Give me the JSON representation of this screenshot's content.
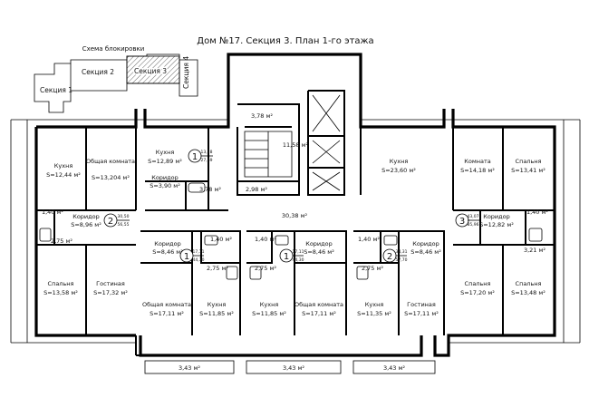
{
  "title": "Дом №17. Секция 3. План 1-го этажа",
  "block_scheme": {
    "caption": "Схема блокировки",
    "sections": [
      "Секция 1",
      "Секция 2",
      "Секция 3",
      "Секция 4"
    ]
  },
  "rooms": [
    {
      "id": "r-kitchen-a",
      "name": "Кухня",
      "area": "S=12,44 м²"
    },
    {
      "id": "r-common-a",
      "name": "Общая комната",
      "area": "S=13,204 м²"
    },
    {
      "id": "r-kitchen-b",
      "name": "Кухня",
      "area": "S=12,89 м²"
    },
    {
      "id": "r-corr-b",
      "name": "Коридор",
      "area": "S=3,90 м²"
    },
    {
      "id": "r-corr-a",
      "name": "Коридор",
      "area": "S=8,96 м²"
    },
    {
      "id": "r-bed-a",
      "name": "Спальня",
      "area": "S=13,58 м²"
    },
    {
      "id": "r-living-a",
      "name": "Гостиная",
      "area": "S=17,32 м²"
    },
    {
      "id": "r-kitchen-c",
      "name": "Кухня",
      "area": "S=23,60 м²"
    },
    {
      "id": "r-pantry-c",
      "name": "Комната",
      "area": "S=14,18 м²"
    },
    {
      "id": "r-bed-c1",
      "name": "Спальня",
      "area": "S=13,41 м²"
    },
    {
      "id": "r-corr-c",
      "name": "Коридор",
      "area": "S=12,82 м²"
    },
    {
      "id": "r-bed-c2",
      "name": "Спальня",
      "area": "S=17,20 м²"
    },
    {
      "id": "r-bed-c3",
      "name": "Спальня",
      "area": "S=13,48 м²"
    },
    {
      "id": "r-corr-d",
      "name": "Коридор",
      "area": "S=8,46 м²"
    },
    {
      "id": "r-common-d",
      "name": "Общая комната",
      "area": "S=17,11 м²"
    },
    {
      "id": "r-kitchen-d",
      "name": "Кухня",
      "area": "S=11,85 м²"
    },
    {
      "id": "r-corr-e",
      "name": "Коридор",
      "area": "S=8,46 м²"
    },
    {
      "id": "r-kitchen-e",
      "name": "Кухня",
      "area": "S=11,85 м²"
    },
    {
      "id": "r-common-e",
      "name": "Общая комната",
      "area": "S=17,11 м²"
    },
    {
      "id": "r-corr-f",
      "name": "Коридор",
      "area": "S=8,46 м²"
    },
    {
      "id": "r-kitchen-f",
      "name": "Кухня",
      "area": "S=11,35 м²"
    },
    {
      "id": "r-living-f",
      "name": "Гостиная",
      "area": "S=17,11 м²"
    }
  ],
  "areas": {
    "hall": "30,38 м²",
    "stair_top": "3,78 м²",
    "elevator_hall": "11,58 м²",
    "stair_landing": "2,98 м²",
    "bath_b": "3,78 м²",
    "bath_a1": "1,40 м²",
    "bath_a2": "2,75 м²",
    "bath_c1": "1,40 м²",
    "bath_c2": "3,21 м²",
    "bath_d1": "1,40 м²",
    "bath_d2": "2,75 м²",
    "bath_e1": "1,40 м²",
    "bath_e2": "2,75 м²",
    "bath_f1": "1,40 м²",
    "bath_f2": "2,75 м²",
    "balcony_1": "3,43 м²",
    "balcony_2": "3,43 м²",
    "balcony_3": "3,43 м²"
  },
  "apartments": [
    {
      "id": "apt-a",
      "num": "2",
      "total": "30,50",
      "living": "56,55"
    },
    {
      "id": "apt-b",
      "num": "1",
      "total": "13,28",
      "living": "27,69"
    },
    {
      "id": "apt-c",
      "num": "3",
      "total": "43,07",
      "living": "85,96"
    },
    {
      "id": "apt-d",
      "num": "1",
      "total": "17,11",
      "living": "44,30"
    },
    {
      "id": "apt-e",
      "num": "1",
      "total": "17,11",
      "living": "44,30"
    },
    {
      "id": "apt-f",
      "num": "2",
      "total": "34,31",
      "living": "57,70"
    }
  ]
}
